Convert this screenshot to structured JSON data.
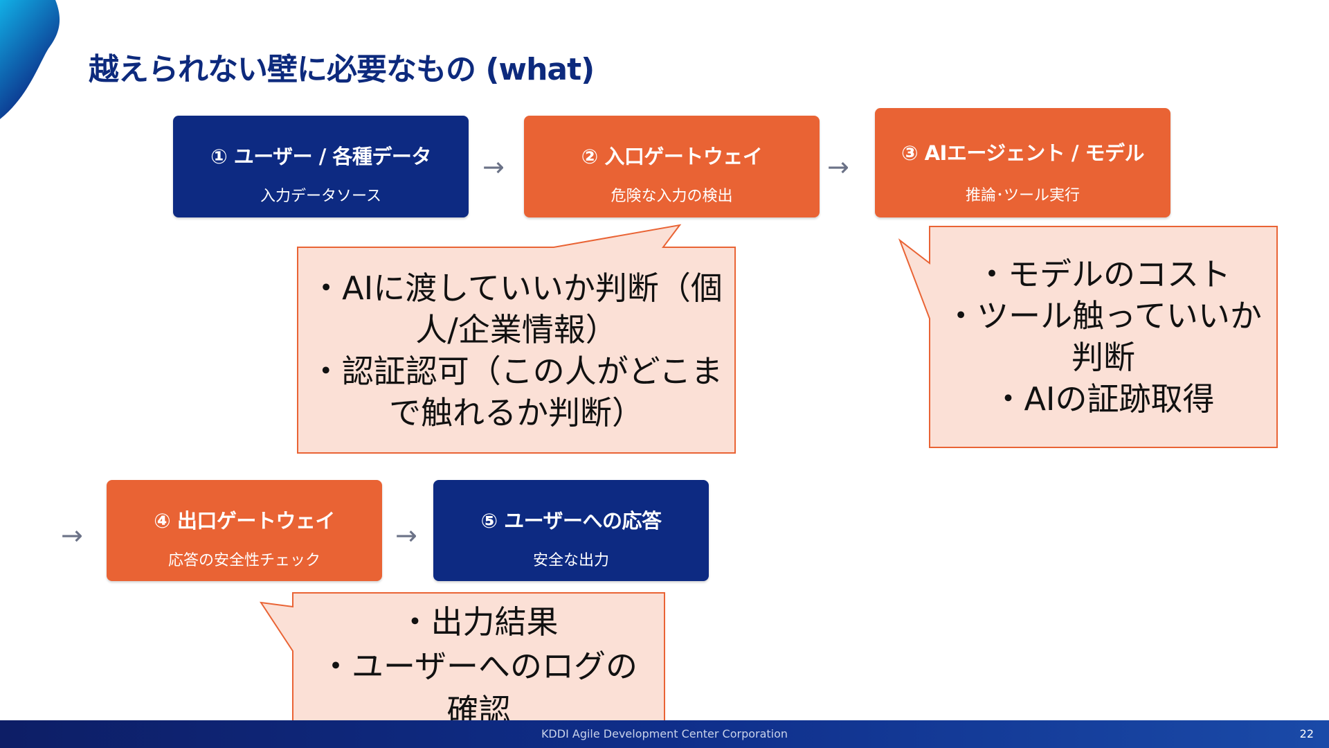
{
  "title": "越えられない壁に必要なもの  (what)",
  "boxes": [
    {
      "title": "① ユーザー / 各種データ",
      "subtitle": "入力データソース"
    },
    {
      "title": "② 入口ゲートウェイ",
      "subtitle": "危険な入力の検出"
    },
    {
      "title": "③ AIエージェント / モデル",
      "subtitle": "推論･ツール実行"
    },
    {
      "title": "④ 出口ゲートウェイ",
      "subtitle": "応答の安全性チェック"
    },
    {
      "title": "⑤ ユーザーへの応答",
      "subtitle": "安全な出力"
    }
  ],
  "arrow_glyph": "→",
  "callouts": {
    "gateway_in": [
      "・AIに渡していいか判断（個",
      "人/企業情報）",
      "・認証認可（この人がどこま",
      "で触れるか判断）"
    ],
    "agent": [
      "・モデルのコスト",
      "・ツール触っていいか",
      "判断",
      "・AIの証跡取得"
    ],
    "gateway_out": [
      "・出力結果",
      "・ユーザーへのログの",
      "確認"
    ]
  },
  "footer": {
    "company": "KDDI Agile Development Center Corporation",
    "page_number": "22"
  },
  "colors": {
    "navy": "#0d2a82",
    "orange": "#e96334",
    "callout_fill": "#fbe0d6",
    "callout_border": "#e96334",
    "title": "#0d2a7d"
  }
}
